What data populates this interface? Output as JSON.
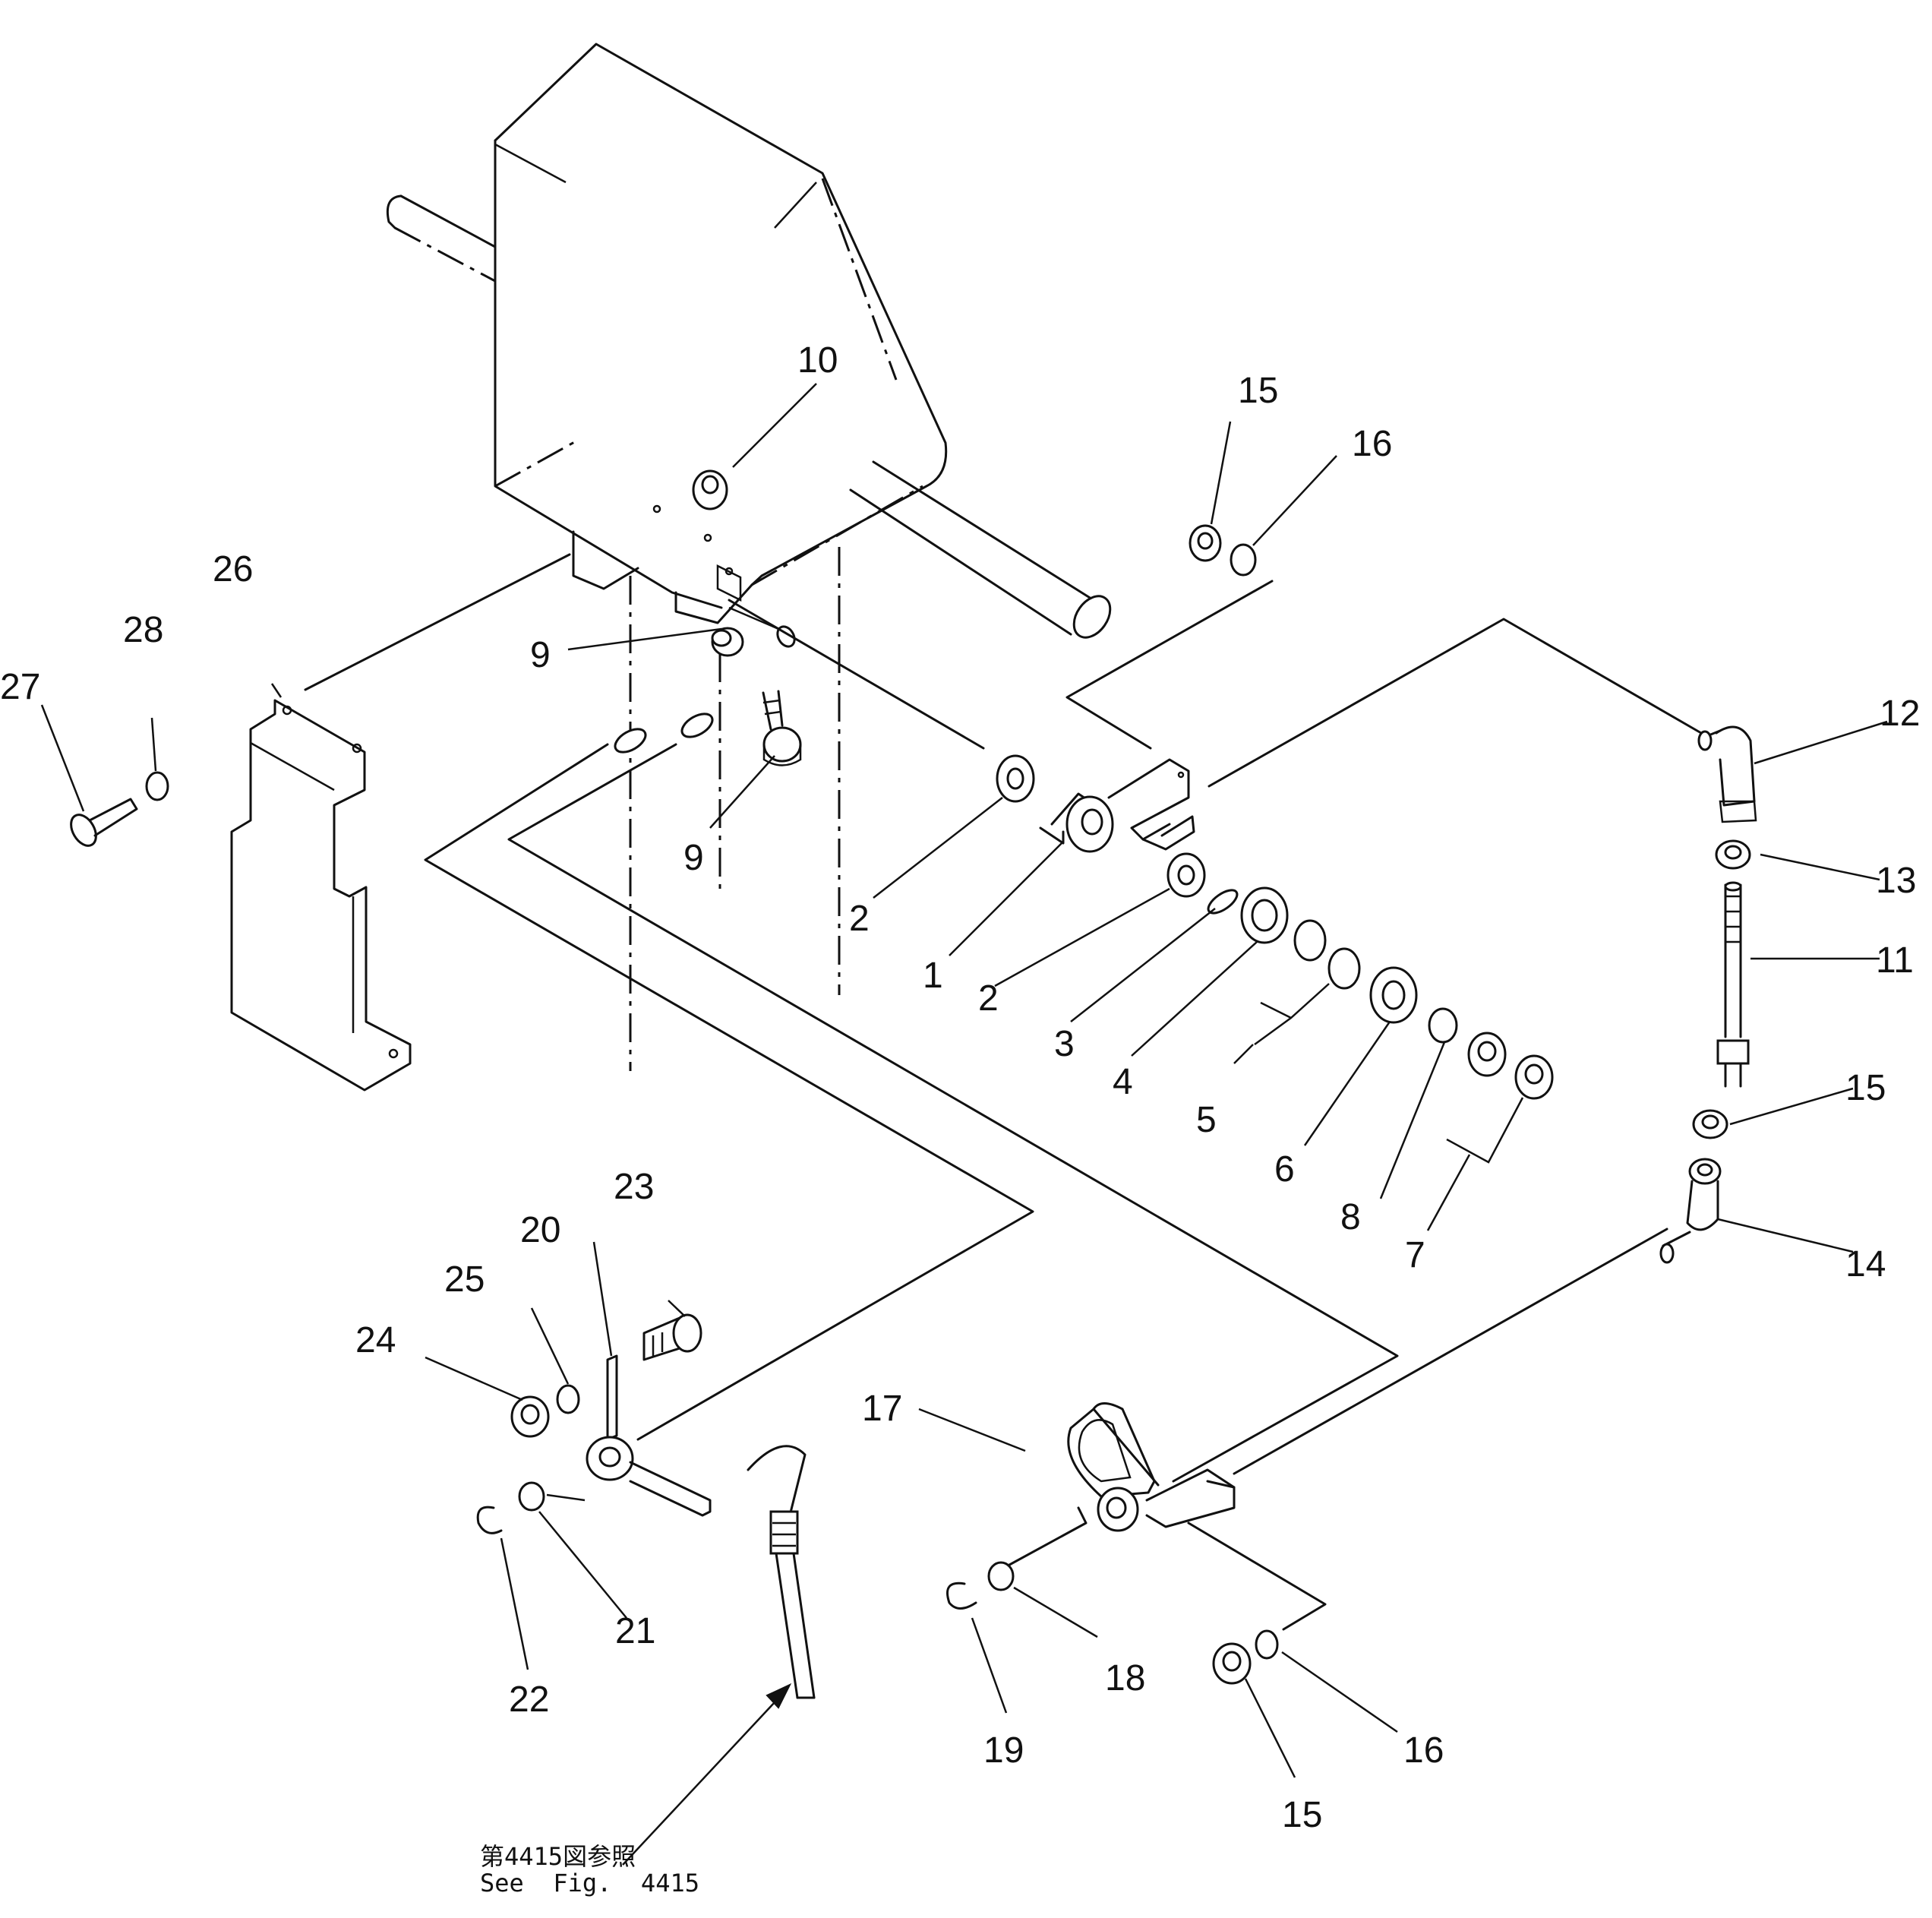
{
  "diagram": {
    "callouts": [
      {
        "id": "c1",
        "text": "1"
      },
      {
        "id": "c2a",
        "text": "2"
      },
      {
        "id": "c2b",
        "text": "2"
      },
      {
        "id": "c3",
        "text": "3"
      },
      {
        "id": "c4",
        "text": "4"
      },
      {
        "id": "c5",
        "text": "5"
      },
      {
        "id": "c6",
        "text": "6"
      },
      {
        "id": "c7",
        "text": "7"
      },
      {
        "id": "c8",
        "text": "8"
      },
      {
        "id": "c9a",
        "text": "9"
      },
      {
        "id": "c9b",
        "text": "9"
      },
      {
        "id": "c10",
        "text": "10"
      },
      {
        "id": "c11",
        "text": "11"
      },
      {
        "id": "c12",
        "text": "12"
      },
      {
        "id": "c13",
        "text": "13"
      },
      {
        "id": "c14",
        "text": "14"
      },
      {
        "id": "c15a",
        "text": "15"
      },
      {
        "id": "c15b",
        "text": "15"
      },
      {
        "id": "c15c",
        "text": "15"
      },
      {
        "id": "c16a",
        "text": "16"
      },
      {
        "id": "c16b",
        "text": "16"
      },
      {
        "id": "c17",
        "text": "17"
      },
      {
        "id": "c18",
        "text": "18"
      },
      {
        "id": "c19",
        "text": "19"
      },
      {
        "id": "c20",
        "text": "20"
      },
      {
        "id": "c21",
        "text": "21"
      },
      {
        "id": "c22",
        "text": "22"
      },
      {
        "id": "c23",
        "text": "23"
      },
      {
        "id": "c24",
        "text": "24"
      },
      {
        "id": "c25",
        "text": "25"
      },
      {
        "id": "c26",
        "text": "26"
      },
      {
        "id": "c27",
        "text": "27"
      },
      {
        "id": "c28",
        "text": "28"
      }
    ],
    "reference_note": {
      "japanese": "第4415図参照",
      "english": "See  Fig.  4415"
    }
  }
}
